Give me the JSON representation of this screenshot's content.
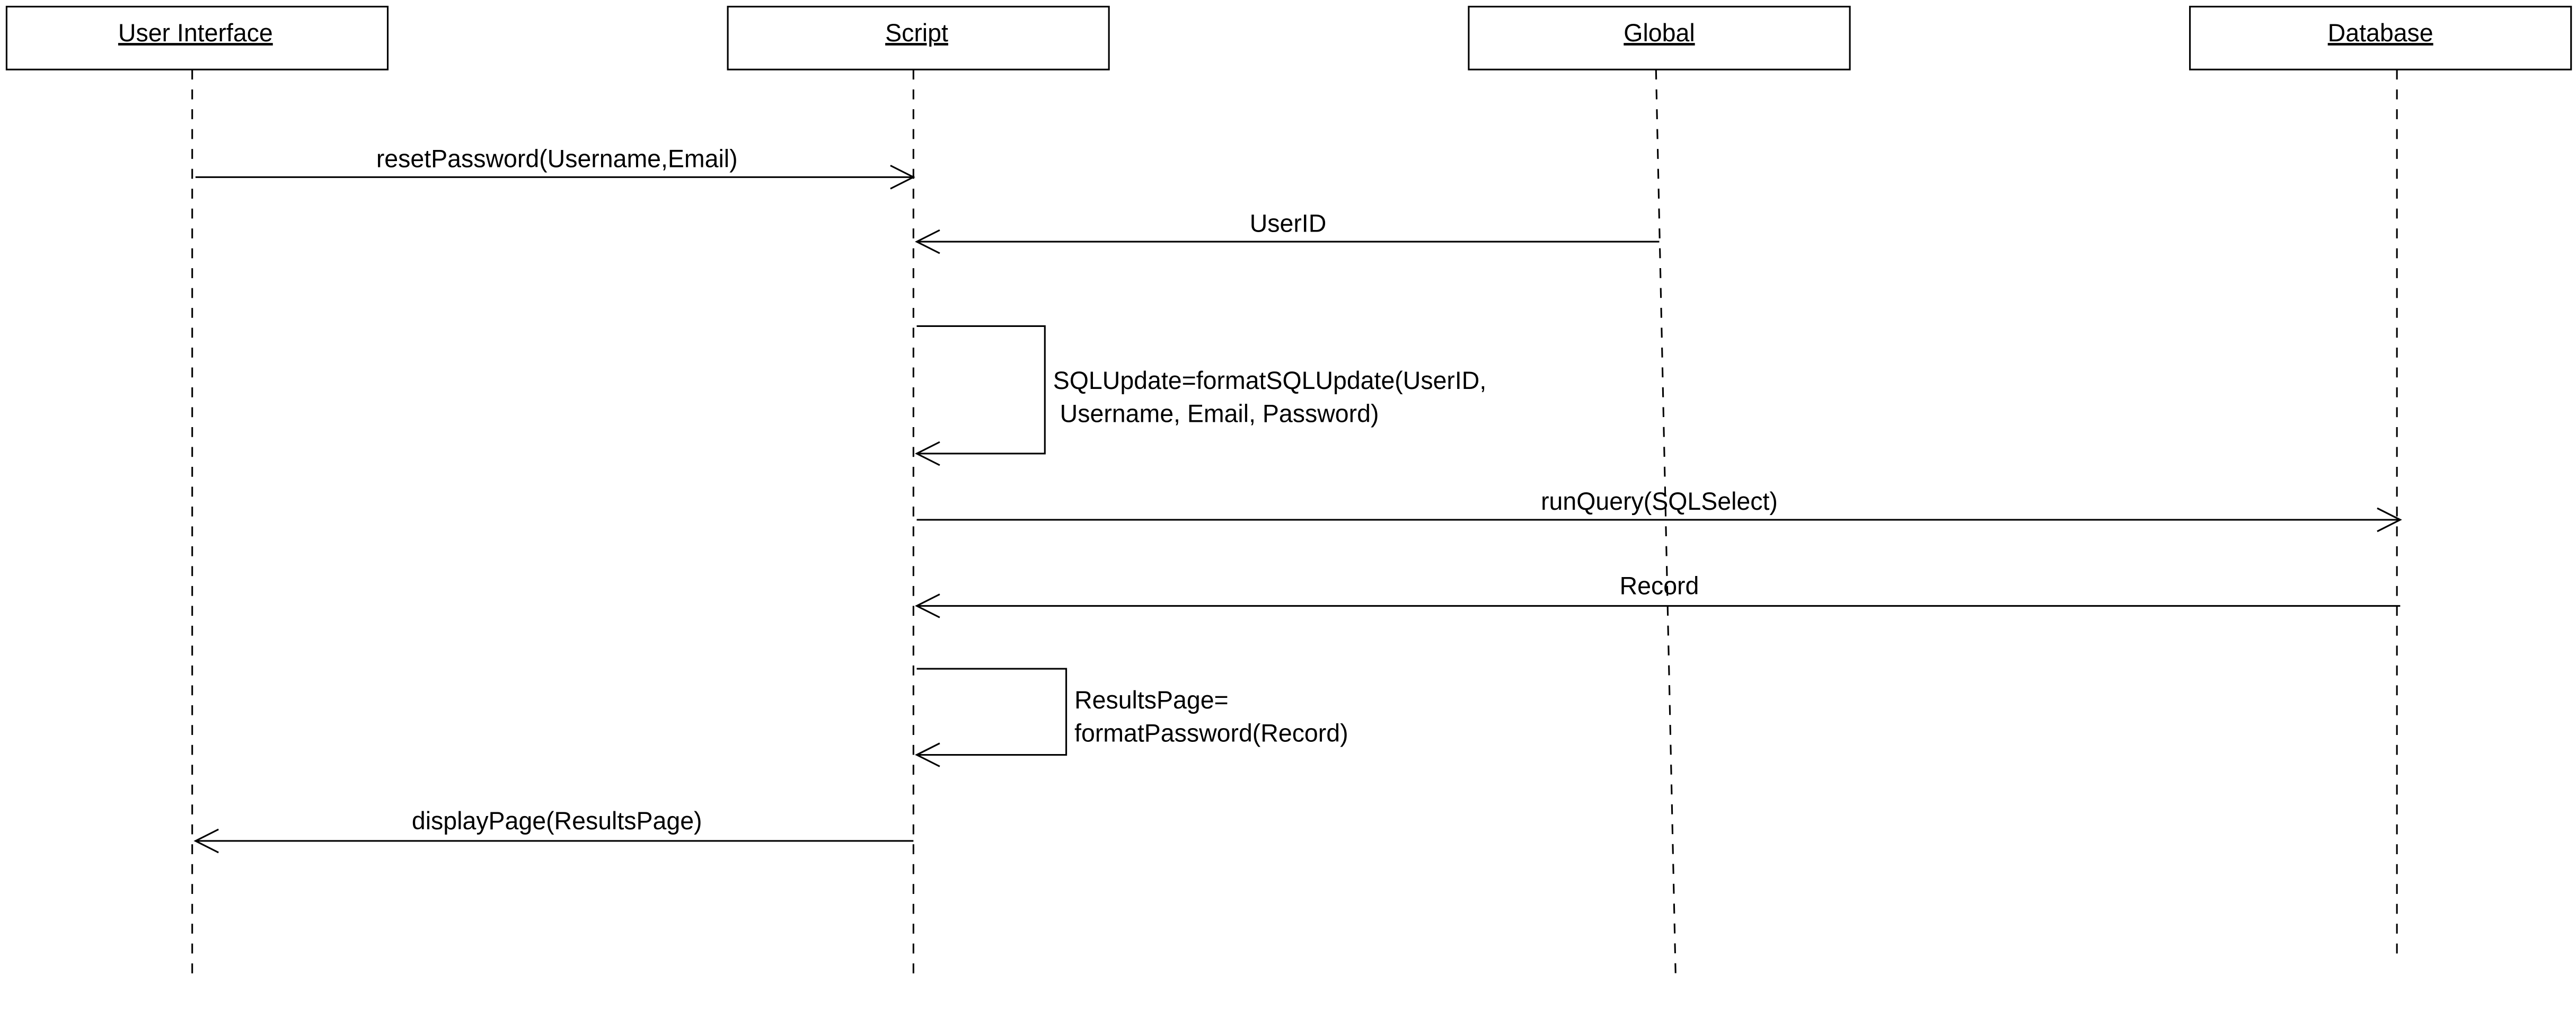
{
  "lifelines": [
    {
      "id": "ui",
      "label": "User Interface"
    },
    {
      "id": "script",
      "label": "Script"
    },
    {
      "id": "global",
      "label": "Global"
    },
    {
      "id": "database",
      "label": "Database"
    }
  ],
  "messages": [
    {
      "id": "m1",
      "label": "resetPassword(Username,Email)",
      "from": "User Interface",
      "to": "Script"
    },
    {
      "id": "m2",
      "label": "UserID",
      "from": "Global",
      "to": "Script"
    },
    {
      "id": "m3",
      "label_lines": [
        "SQLUpdate=formatSQLUpdate(UserID,",
        " Username, Email, Password)"
      ],
      "from": "Script",
      "to": "Script"
    },
    {
      "id": "m4",
      "label": "runQuery(SQLSelect)",
      "from": "Script",
      "to": "Database"
    },
    {
      "id": "m5",
      "label": "Record",
      "from": "Database",
      "to": "Script"
    },
    {
      "id": "m6",
      "label_lines": [
        "ResultsPage=",
        "formatPassword(Record)"
      ],
      "from": "Script",
      "to": "Script"
    },
    {
      "id": "m7",
      "label": "displayPage(ResultsPage)",
      "from": "Script",
      "to": "User Interface"
    }
  ]
}
